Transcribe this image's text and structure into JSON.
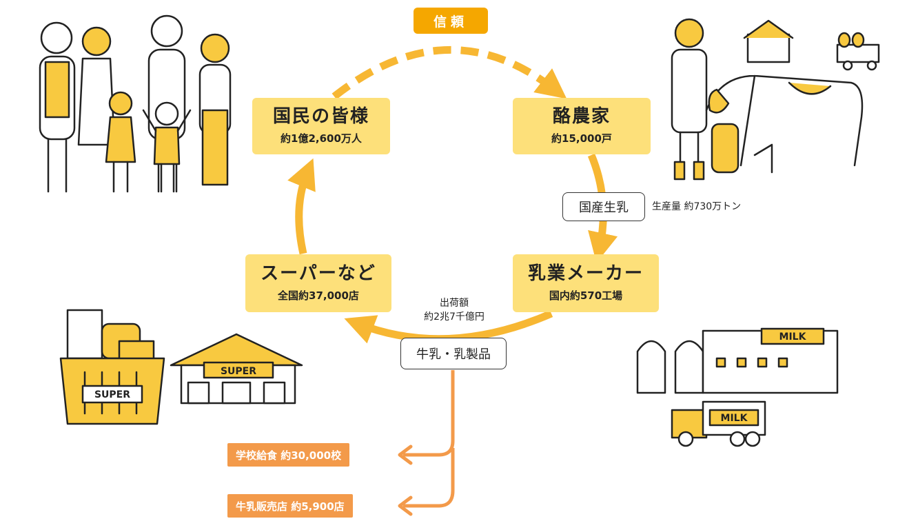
{
  "trust": "信頼",
  "nodes": {
    "citizens": {
      "title": "国民の皆様",
      "sub": "約1億2,600万人"
    },
    "dairy_farmers": {
      "title": "酪農家",
      "sub": "約15,000戸"
    },
    "dairy_makers": {
      "title": "乳業メーカー",
      "sub": "国内約570工場"
    },
    "supermarkets": {
      "title": "スーパーなど",
      "sub": "全国約37,000店"
    }
  },
  "raw_milk": {
    "label": "国産生乳",
    "production": "生産量 約730万トン"
  },
  "shipment": {
    "label_line1": "出荷額",
    "label_line2": "約2兆7千億円",
    "product": "牛乳・乳製品"
  },
  "branches": {
    "school_lunch": "学校給食 約30,000校",
    "milk_shops": "牛乳販売店 約5,900店"
  },
  "illustration_text": {
    "store_sign": "SUPER",
    "basket_label": "SUPER",
    "factory_sign": "MILK",
    "truck_sign": "MILK"
  },
  "colors": {
    "cycle": "#f7b733",
    "box": "#fde07a",
    "trust": "#f5a700",
    "branch": "#f39a4a",
    "fill": "#f8c940"
  },
  "icons": {
    "family": "family-illustration",
    "farmer": "farmer-cow-illustration",
    "store": "supermarket-illustration",
    "factory": "milk-factory-illustration"
  }
}
